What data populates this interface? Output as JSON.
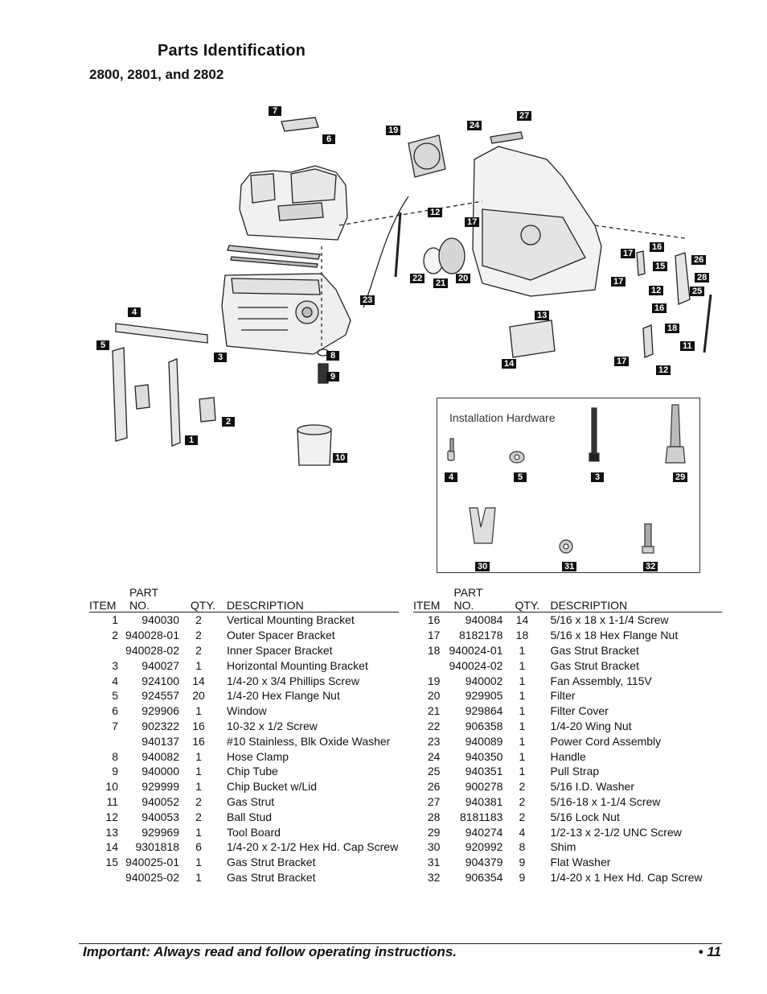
{
  "title": "Parts Identification",
  "subtitle": "2800, 2801, and 2802",
  "diagram": {
    "callouts": [
      "7",
      "6",
      "19",
      "24",
      "27",
      "12",
      "17",
      "22",
      "21",
      "20",
      "23",
      "4",
      "5",
      "3",
      "8",
      "9",
      "2",
      "1",
      "10",
      "13",
      "14",
      "16",
      "15",
      "26",
      "28",
      "25",
      "17",
      "12",
      "16",
      "18",
      "11",
      "17",
      "12",
      "17"
    ]
  },
  "hardware": {
    "title": "Installation Hardware",
    "callouts": [
      "4",
      "5",
      "3",
      "29",
      "30",
      "31",
      "32"
    ]
  },
  "table": {
    "headers": [
      "ITEM",
      "PART NO.",
      "QTY.",
      "DESCRIPTION"
    ],
    "left_rows": [
      [
        "1",
        "940030",
        "2",
        "Vertical Mounting Bracket"
      ],
      [
        "2",
        "940028-01",
        "2",
        "Outer Spacer Bracket"
      ],
      [
        "",
        "940028-02",
        "2",
        "Inner Spacer Bracket"
      ],
      [
        "3",
        "940027",
        "1",
        "Horizontal Mounting Bracket"
      ],
      [
        "4",
        "924100",
        "14",
        "1/4-20 x 3/4 Phillips Screw"
      ],
      [
        "5",
        "924557",
        "20",
        "1/4-20 Hex Flange Nut"
      ],
      [
        "6",
        "929906",
        "1",
        "Window"
      ],
      [
        "7",
        "902322",
        "16",
        "10-32 x 1/2 Screw"
      ],
      [
        "",
        "940137",
        "16",
        "#10 Stainless, Blk Oxide Washer"
      ],
      [
        "8",
        "940082",
        "1",
        "Hose Clamp"
      ],
      [
        "9",
        "940000",
        "1",
        "Chip Tube"
      ],
      [
        "10",
        "929999",
        "1",
        "Chip Bucket w/Lid"
      ],
      [
        "11",
        "940052",
        "2",
        "Gas Strut"
      ],
      [
        "12",
        "940053",
        "2",
        "Ball Stud"
      ],
      [
        "13",
        "929969",
        "1",
        "Tool Board"
      ],
      [
        "14",
        "9301818",
        "6",
        "1/4-20 x 2-1/2 Hex Hd. Cap Screw"
      ],
      [
        "15",
        "940025-01",
        "1",
        "Gas Strut Bracket"
      ],
      [
        "",
        "940025-02",
        "1",
        "Gas Strut Bracket"
      ]
    ],
    "right_rows": [
      [
        "16",
        "940084",
        "14",
        "5/16 x 18 x 1-1/4 Screw"
      ],
      [
        "17",
        "8182178",
        "18",
        "5/16 x 18 Hex Flange Nut"
      ],
      [
        "18",
        "940024-01",
        "1",
        "Gas Strut Bracket"
      ],
      [
        "",
        "940024-02",
        "1",
        "Gas Strut Bracket"
      ],
      [
        "19",
        "940002",
        "1",
        "Fan Assembly, 115V"
      ],
      [
        "20",
        "929905",
        "1",
        "Filter"
      ],
      [
        "21",
        "929864",
        "1",
        "Filter Cover"
      ],
      [
        "22",
        "906358",
        "1",
        "1/4-20 Wing Nut"
      ],
      [
        "23",
        "940089",
        "1",
        "Power Cord Assembly"
      ],
      [
        "24",
        "940350",
        "1",
        "Handle"
      ],
      [
        "25",
        "940351",
        "1",
        "Pull Strap"
      ],
      [
        "26",
        "900278",
        "2",
        "5/16 I.D. Washer"
      ],
      [
        "27",
        "940381",
        "2",
        "5/16-18 x 1-1/4 Screw"
      ],
      [
        "28",
        "8181183",
        "2",
        "5/16 Lock Nut"
      ],
      [
        "29",
        "940274",
        "4",
        "1/2-13 x 2-1/2 UNC Screw"
      ],
      [
        "30",
        "920992",
        "8",
        "Shim"
      ],
      [
        "31",
        "904379",
        "9",
        "Flat Washer"
      ],
      [
        "32",
        "906354",
        "9",
        "1/4-20 x 1 Hex Hd. Cap Screw"
      ]
    ]
  },
  "footer": {
    "note": "Important: Always read and follow operating instructions.",
    "page": "• 11"
  }
}
